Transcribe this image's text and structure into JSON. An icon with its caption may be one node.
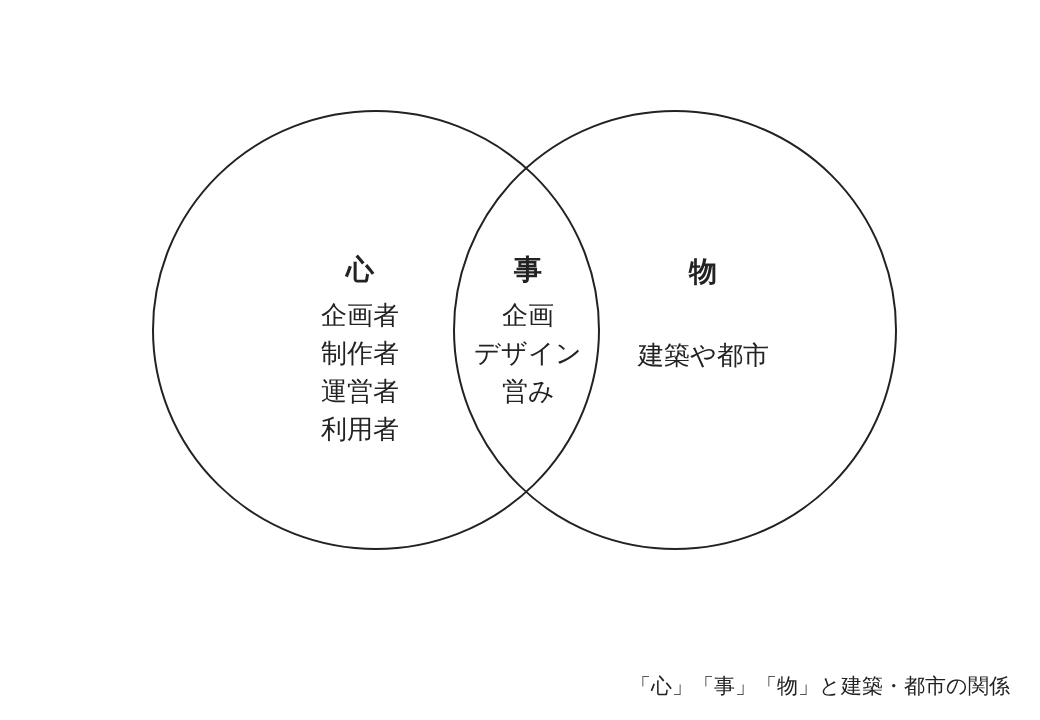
{
  "diagram": {
    "caption": "「心」「事」「物」と建築・都市の関係",
    "nodes": [
      {
        "text": [
          "心",
          "企画者",
          "制作者",
          "運営者",
          "利用者"
        ]
      },
      {
        "text": [
          "事",
          "企画",
          "デザイン",
          "営み"
        ]
      },
      {
        "text": [
          "物",
          "建築や都市"
        ]
      }
    ],
    "edges": []
  }
}
